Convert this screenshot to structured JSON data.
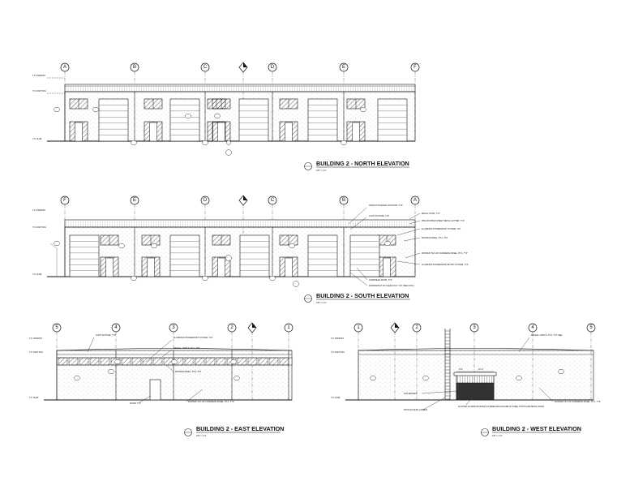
{
  "north": {
    "title": "BUILDING 2 - NORTH ELEVATION",
    "scale": "1/8\" = 1'-0\"",
    "grid": [
      "A",
      "B",
      "C",
      "D",
      "E",
      "F"
    ],
    "levels": [
      "T.O. PARAPET",
      "T.O. DOFT BJG",
      "T.O. SLAB"
    ]
  },
  "south": {
    "title": "BUILDING 2 - SOUTH ELEVATION",
    "scale": "1/8\" = 1'-0\"",
    "grid": [
      "F",
      "E",
      "D",
      "C",
      "B",
      "A"
    ],
    "levels": [
      "T.O. PARAPET",
      "T.O. DOFT BJG",
      "T.O. SLAB"
    ],
    "notes_right": [
      "METAL COOR, TYP",
      "PRE-FINISHED SHEET METAL GUTTER, TYP",
      "ALUMINUM STOREFRONT SYSTEM, TYP",
      "PAINTED PANEL, PT-1, TYP",
      "PAINTED TILT-UP CONCRETE PANEL, PT-1, TYP",
      "ALUMINUM STOREFRONT ENTRY SYSTEM, TYP"
    ],
    "notes_top": [
      "TENANT SIGNAGE LOCATION, TYP",
      "LIGHT FIXTURE, TYP"
    ],
    "notes_bottom": [
      "OVERHEAD DOOR, TYP",
      "DOWNSPOUT W/ CLEAN-OUT, TYP (SEE CIVIL)"
    ]
  },
  "east": {
    "title": "BUILDING 2 - EAST ELEVATION",
    "scale": "1/8\" = 1'-0\"",
    "grid": [
      "5",
      "4",
      "3",
      "2",
      "1"
    ],
    "levels": [
      "T.O. PARAPET",
      "T.O. DOFT BJG",
      "T.O. SLAB"
    ],
    "notes": [
      "LIGHT FIXTURE, TYP",
      "ALUMINUM STOREFRONT SYSTEM, TYP",
      "REVEAL JOINTS, PT-2, TYP",
      "PAINTED PANEL, PT-2, TYP",
      "DOOR, TYP",
      "PAINTED TILT-UP CONCRETE PANEL, PT-1, TYP"
    ]
  },
  "west": {
    "title": "BUILDING 2 - WEST ELEVATION",
    "scale": "1/8\" = 1'-0\"",
    "grid": [
      "1",
      "2",
      "3",
      "4",
      "5"
    ],
    "levels": [
      "T.O. PARAPET",
      "T.O. DOFT BJG",
      "T.O. SLAB"
    ],
    "notes": [
      "REVEAL JOINTS, PT-2, TYP. SEE",
      "GAS METERS",
      "ROOF ACCESS LADDER",
      "SLATTED ALUMINUM FENCE & FRAME ENCLOSURE W/ STEEL POSTS AND METAL ROOF",
      "PAINTED TILT-UP CONCRETE PANEL, PT-1, TYP"
    ],
    "dims": [
      "8'-0\"",
      "10'-0\""
    ]
  }
}
